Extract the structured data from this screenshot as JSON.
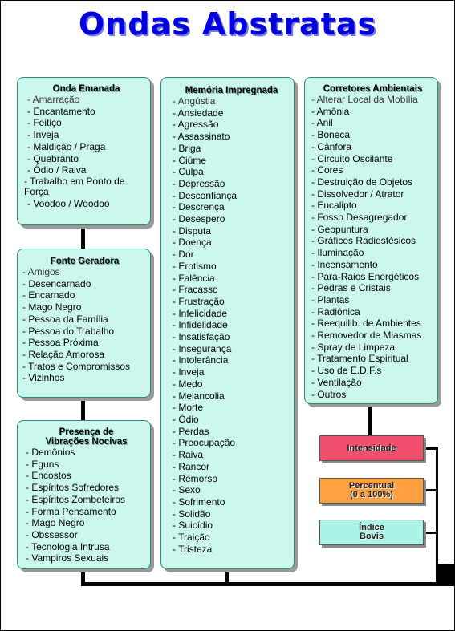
{
  "title": "Ondas Abstratas",
  "onda_emanada": {
    "title": "Onda Emanada",
    "items": [
      "Amarração",
      "Encantamento",
      "Feitiço",
      "Inveja",
      "Maldição / Praga",
      "Quebranto",
      "Ódio / Raiva",
      "Trabalho em Ponto de Força",
      "Voodoo / Woodoo"
    ]
  },
  "fonte_geradora": {
    "title": "Fonte Geradora",
    "items": [
      "Amigos",
      "Desencarnado",
      "Encarnado",
      "Mago Negro",
      "Pessoa da Família",
      "Pessoa do Trabalho",
      "Pessoa Próxima",
      "Relação Amorosa",
      "Tratos e Compromissos",
      "Vizinhos"
    ]
  },
  "presenca": {
    "title_line1": "Presença de",
    "title_line2": "Vibrações Nocivas",
    "items": [
      "Demônios",
      "Eguns",
      "Encostos",
      "Espíritos Sofredores",
      "Espíritos Zombeteiros",
      "Forma Pensamento",
      "Mago Negro",
      "Obssessor",
      "Tecnologia Intrusa",
      "Vampiros Sexuais"
    ]
  },
  "memoria": {
    "title": "Memória Impregnada",
    "items": [
      "Angústia",
      "Ansiedade",
      "Agressão",
      "Assassinato",
      "Briga",
      "Ciúme",
      "Culpa",
      "Depressão",
      "Desconfiança",
      "Descrença",
      "Desespero",
      "Disputa",
      "Doença",
      "Dor",
      "Erotismo",
      "Falência",
      "Fracasso",
      "Frustração",
      "Infelicidade",
      "Infidelidade",
      "Insatisfação",
      "Insegurança",
      "Intolerância",
      "Inveja",
      "Medo",
      "Melancolia",
      "Morte",
      "Ódio",
      "Perdas",
      "Preocupação",
      "Raiva",
      "Rancor",
      "Remorso",
      "Sexo",
      "Sofrimento",
      "Solidão",
      "Suicídio",
      "Traição",
      "Tristeza"
    ]
  },
  "corretores": {
    "title": "Corretores Ambientais",
    "items": [
      "Alterar Local da Mobília",
      "Amônia",
      "Anil",
      "Boneca",
      "Cânfora",
      "Circuito Oscilante",
      "Cores",
      "Destruição de Objetos",
      "Dissolvedor / Atrator",
      "Eucalipto",
      "Fosso Desagregador",
      "Geopuntura",
      "Gráficos Radiestésicos",
      "Iluminação",
      "Incensamento",
      "Para-Raios Energéticos",
      "Pedras e Cristais",
      "Plantas",
      "Radiônica",
      "Reequilib. de Ambientes",
      "Removedor de Miasmas",
      "Spray de Limpeza",
      "Tratamento Espiritual",
      "Uso de E.D.F.s",
      "Ventilação",
      "Outros"
    ]
  },
  "buttons": {
    "intensidade": "Intensidade",
    "percentual_line1": "Percentual",
    "percentual_line2": "(0 a 100%)",
    "indice_line1": "Índice",
    "indice_line2": "Bovis"
  },
  "colors": {
    "title": "#0000e0",
    "box_fill": "#ccf7ee",
    "intensidade": "#f0506e",
    "percentual": "#ffa040",
    "indice": "#aaf5e8"
  }
}
